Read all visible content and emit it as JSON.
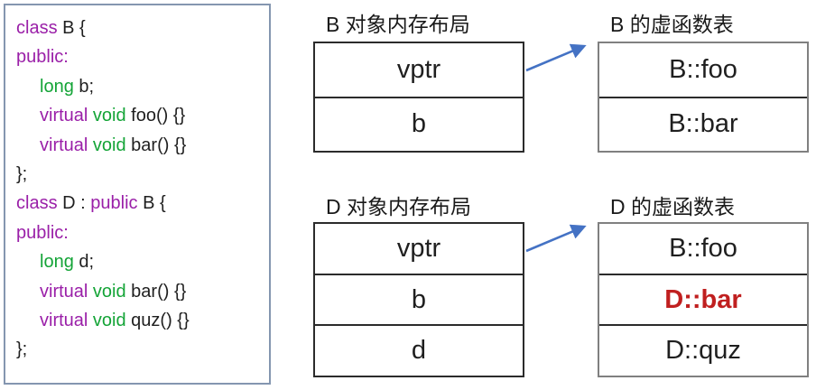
{
  "colors": {
    "kw": "#9a1fa8",
    "ty": "#14a437",
    "pl": "#1f1f1f",
    "arrow": "#4472c4",
    "hl": "#c01f1f",
    "code-border": "#8496b0",
    "box-border": "#2b2b2b",
    "vt-border": "#808080",
    "title": "#1a1a1a"
  },
  "code": {
    "lines": [
      {
        "tokens": [
          {
            "t": "class ",
            "c": "kw"
          },
          {
            "t": "B {",
            "c": "pl"
          }
        ]
      },
      {
        "tokens": [
          {
            "t": "public:",
            "c": "kw"
          }
        ]
      },
      {
        "tokens": [
          {
            "t": "long ",
            "c": "ty"
          },
          {
            "t": "b;",
            "c": "pl"
          }
        ]
      },
      {
        "tokens": [
          {
            "t": "virtual ",
            "c": "kw"
          },
          {
            "t": "void ",
            "c": "ty"
          },
          {
            "t": "foo() {}",
            "c": "pl"
          }
        ]
      },
      {
        "tokens": [
          {
            "t": "virtual ",
            "c": "kw"
          },
          {
            "t": "void ",
            "c": "ty"
          },
          {
            "t": "bar() {}",
            "c": "pl"
          }
        ]
      },
      {
        "tokens": [
          {
            "t": "};",
            "c": "pl"
          }
        ]
      },
      {
        "tokens": [
          {
            "t": "class ",
            "c": "kw"
          },
          {
            "t": "D : ",
            "c": "pl"
          },
          {
            "t": "public ",
            "c": "kw"
          },
          {
            "t": "B {",
            "c": "pl"
          }
        ]
      },
      {
        "tokens": [
          {
            "t": "public:",
            "c": "kw"
          }
        ]
      },
      {
        "tokens": [
          {
            "t": "long ",
            "c": "ty"
          },
          {
            "t": "d;",
            "c": "pl"
          }
        ]
      },
      {
        "tokens": [
          {
            "t": "virtual ",
            "c": "kw"
          },
          {
            "t": "void ",
            "c": "ty"
          },
          {
            "t": "bar() {}",
            "c": "pl"
          }
        ]
      },
      {
        "tokens": [
          {
            "t": "virtual ",
            "c": "kw"
          },
          {
            "t": "void ",
            "c": "ty"
          },
          {
            "t": "quz() {}",
            "c": "pl"
          }
        ]
      },
      {
        "tokens": [
          {
            "t": "};",
            "c": "pl"
          }
        ]
      }
    ]
  },
  "diagrams": {
    "b_memory": {
      "title": "B 对象内存布局",
      "cells": [
        {
          "label": "vptr"
        },
        {
          "label": "b"
        }
      ]
    },
    "b_vtable": {
      "title": "B 的虚函数表",
      "cells": [
        {
          "label": "B::foo"
        },
        {
          "label": "B::bar"
        }
      ]
    },
    "d_memory": {
      "title": "D 对象内存布局",
      "cells": [
        {
          "label": "vptr"
        },
        {
          "label": "b"
        },
        {
          "label": "d"
        }
      ]
    },
    "d_vtable": {
      "title": "D 的虚函数表",
      "cells": [
        {
          "label": "B::foo"
        },
        {
          "label": "D::bar"
        },
        {
          "label": "D::quz"
        }
      ]
    }
  }
}
